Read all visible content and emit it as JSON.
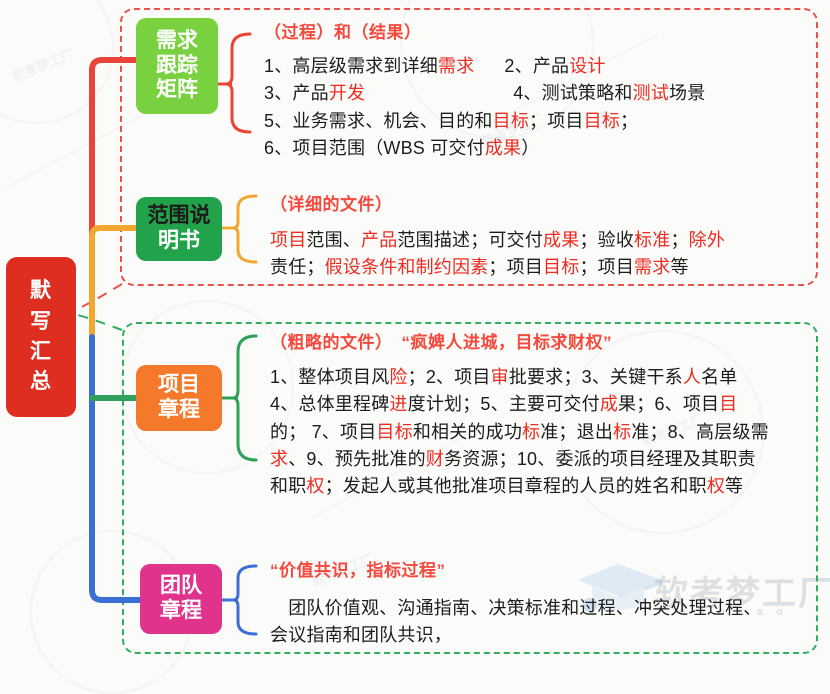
{
  "root": {
    "label_lines": [
      "默",
      "写",
      "汇",
      "总"
    ],
    "color": "#dd2e1f"
  },
  "branches": [
    {
      "id": "rtm",
      "node": {
        "label_lines": [
          "需求",
          "跟踪",
          "矩阵"
        ],
        "color": "#79d13f",
        "text_color": "#ffffff"
      },
      "connector_color": "#e8443a",
      "frame_color": "#e8524a",
      "heading": "（过程）和（结果）",
      "lines": [
        "1、高层级需求到详细需求　　2、产品设计",
        "3、产品开发　　　　　　　4、测试策略和测试场景",
        "5、业务需求、机会、目的和目标；项目目标；",
        "6、项目范围（WBS 可交付成果）"
      ]
    },
    {
      "id": "scope",
      "node": {
        "label_lines": [
          "范围说",
          "明书"
        ],
        "color": "#22a24a",
        "text_color_line1": "#1b1b1b",
        "text_color_line2": "#ffffff"
      },
      "connector_color": "#f0a830",
      "heading": "（详细的文件）",
      "lines": [
        "项目范围、产品范围描述；可交付成果；验收标准；除外",
        "责任；假设条件和制约因素；项目目标；项目需求等"
      ]
    },
    {
      "id": "charter",
      "node": {
        "label_lines": [
          "项目",
          "章程"
        ],
        "color": "#f4792b",
        "text_color": "#ffffff"
      },
      "connector_color": "#2fa05a",
      "frame_color": "#2fae5e",
      "heading": "（粗略的文件）　“疯婢人进城，目标求财权”",
      "lines": [
        "1、整体项目风险；2、项目审批要求；3、关键干系人名单",
        "4、总体里程碑进度计划；5、主要可交付成果；6、项目目",
        "的； 7、项目目标和相关的成功标准；退出标准；8、高层级需",
        "求、9、预先批准的财务资源；10、委派的项目经理及其职责",
        "和职权；发起人或其他批准项目章程的人员的姓名和职权等"
      ]
    },
    {
      "id": "team",
      "node": {
        "label_lines": [
          "团队",
          "章程"
        ],
        "color": "#e0338b",
        "text_color": "#ffffff"
      },
      "connector_color": "#3b6fd4",
      "heading": "“价值共识，指标过程”",
      "lines": [
        "　团队价值观、沟通指南、决策标准和过程、冲突处理过程、",
        "会议指南和团队共识，"
      ]
    }
  ],
  "trunk": {
    "upper_color": "#e8443a",
    "mid_color": "#f0a830",
    "lower_color": "#3b6fd4"
  },
  "watermark": {
    "brand": "软考梦工厂",
    "sub": "K u a n k a o",
    "logo": "graduation-cap-icon"
  },
  "red_words": {
    "rtm": [
      "需求",
      "设计",
      "开发",
      "测试",
      "目标",
      "目标",
      "成果"
    ],
    "scope": [
      "项目",
      "产品",
      "成果",
      "标准",
      "除外",
      "假设条件和制约因素",
      "目标",
      "需求"
    ],
    "charter": [
      "险",
      "审",
      "人",
      "进",
      "成",
      "目",
      "目标",
      "标",
      "标",
      "求",
      "财",
      "权",
      "权"
    ],
    "team": []
  }
}
